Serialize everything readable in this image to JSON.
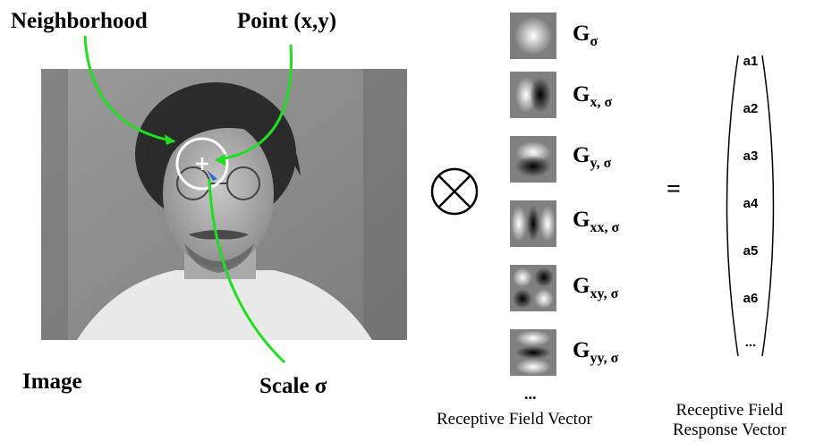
{
  "labels": {
    "neighborhood": "Neighborhood",
    "point": "Point (x,y)",
    "image": "Image",
    "scale": "Scale σ",
    "equals": "="
  },
  "kernels": [
    {
      "base": "G",
      "sub": "σ"
    },
    {
      "base": "G",
      "sub": "x, σ"
    },
    {
      "base": "G",
      "sub": "y, σ"
    },
    {
      "base": "G",
      "sub": "xx, σ"
    },
    {
      "base": "G",
      "sub": "xy, σ"
    },
    {
      "base": "G",
      "sub": "yy, σ"
    }
  ],
  "ellipsis": "...",
  "captions": {
    "receptive_field_vector": "Receptive Field Vector",
    "response_vector_line1": "Receptive Field",
    "response_vector_line2": "Response Vector"
  },
  "response_vector": [
    "a1",
    "a2",
    "a3",
    "a4",
    "a5",
    "a6",
    "..."
  ],
  "colors": {
    "arrow": "#22dd22",
    "circle": "#ffffff",
    "pointer": "#3366cc"
  },
  "icons": {
    "convolution": "circle-times-icon",
    "point_marker": "crosshair-icon"
  }
}
